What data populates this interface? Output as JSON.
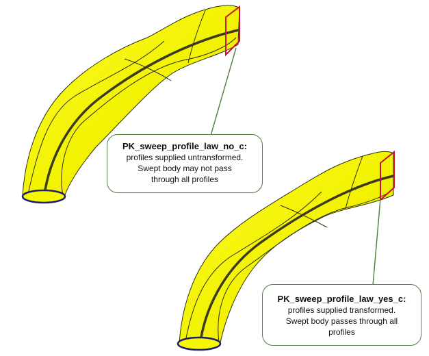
{
  "callouts": [
    {
      "title": "PK_sweep_profile_law_no_c:",
      "lines": [
        "profiles supplied untransformed.",
        "Swept body may not pass",
        "through all profiles"
      ]
    },
    {
      "title": "PK_sweep_profile_law_yes_c:",
      "lines": [
        "profiles supplied transformed.",
        "Swept body passes through all",
        "profiles"
      ]
    }
  ],
  "colors": {
    "body_fill": "#f7f700",
    "body_shade": "#c9c900",
    "spine": "#3d3a1e",
    "profile_edge": "#c8102e",
    "base_ellipse": "#1c1f6b",
    "callout_border": "#4e7d3c",
    "leader_line": "#4e7d3c"
  }
}
